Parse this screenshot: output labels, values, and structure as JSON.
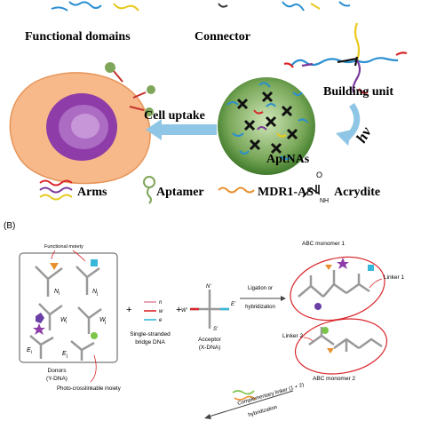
{
  "panel_a": {
    "labels": {
      "functional_domains": "Functional domains",
      "connector": "Connector",
      "building_unit": "Building unit",
      "cell_uptake": "Cell uptake",
      "hv": "hν",
      "aptnas": "AptNAs"
    },
    "legend": {
      "arms": "Arms",
      "aptamer": "Aptamer",
      "mdr1_as": "MDR1-AS",
      "acrydite": "Acrydite",
      "acrydite_o": "O",
      "acrydite_nh": "NH"
    },
    "colors": {
      "cell_fill": "#f7b98a",
      "nucleus": "#8e3ca8",
      "aptamer_green": "#7fa65a",
      "particle": "#4f8f3a",
      "arrow": "#8fc6e6",
      "arm_red": "#d9262b",
      "arm_purple": "#7b3a9b",
      "arm_yellow": "#e8c91c",
      "arm_blue": "#2a8fd0",
      "mdr_orange": "#e8902e"
    }
  },
  "panel_b": {
    "panel_label": "(B)",
    "functional_moiety": "Functional moiety",
    "donors_line1": "Donors",
    "donors_line2": "(Y-DNA)",
    "photo_moiety": "Photo-crosslinkable moiety",
    "bridge_line1": "Single-stranded",
    "bridge_line2": "bridge DNA",
    "acceptor_line1": "Acceptor",
    "acceptor_line2": "(X-DNA)",
    "ligation_line1": "Ligation or",
    "ligation_line2": "hybridization",
    "abc1": "ABC monomer 1",
    "abc2": "ABC monomer 2",
    "linker1": "Linker 1",
    "linker2": "Linker 2",
    "complementary": "Complementary linker (1 + 2)",
    "hybridization": "hybridization",
    "plus": "+",
    "donor_n1": "N",
    "donor_n2": "N",
    "donor_w1": "W",
    "donor_w2": "W",
    "donor_e1": "E",
    "donor_e2": "E",
    "bridge_n": "n",
    "bridge_w": "w",
    "bridge_e": "e",
    "acc_n": "N'",
    "acc_w": "W'",
    "acc_e": "E'",
    "acc_s": "S'",
    "sub_i": "i",
    "sub_j": "j"
  }
}
